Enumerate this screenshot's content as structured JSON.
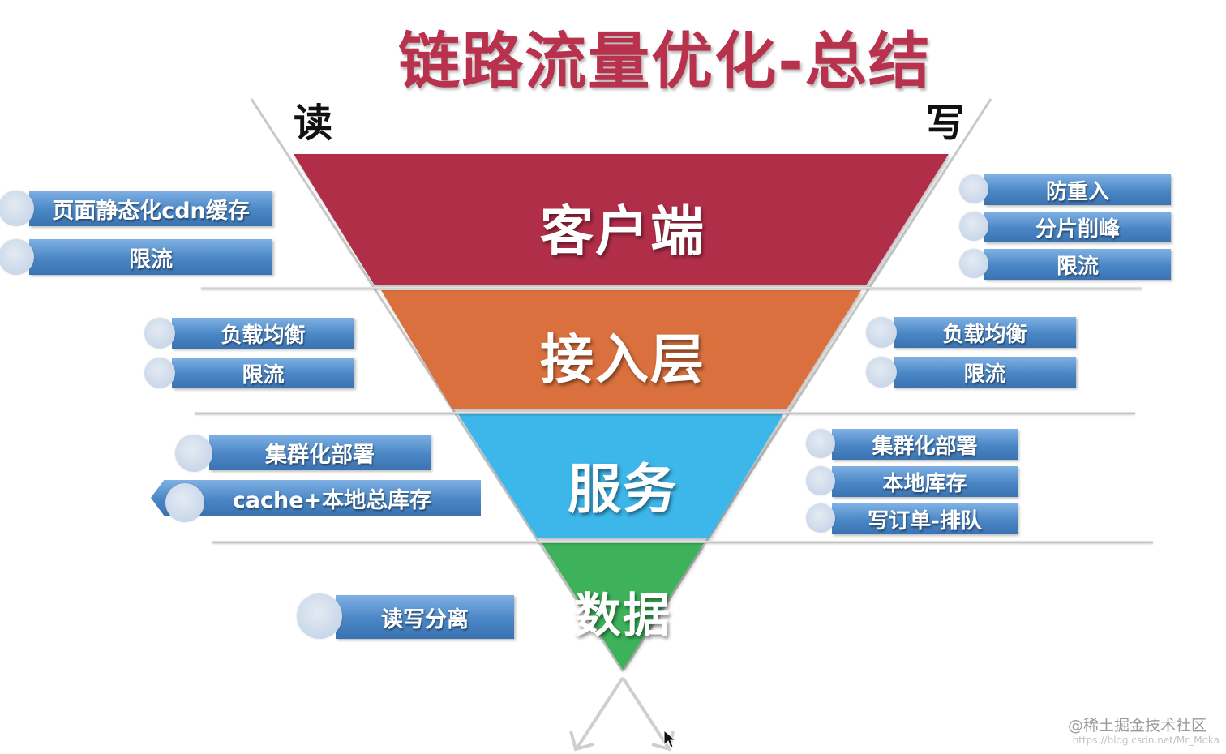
{
  "title": "链路流量优化-总结",
  "read_label": "读",
  "write_label": "写",
  "layers": {
    "client": "客户端",
    "access": "接入层",
    "service": "服务",
    "data": "数据"
  },
  "layer_colors": {
    "client": "#b12f4a",
    "access": "#d9703c",
    "service": "#3db6e9",
    "data": "#3db25a"
  },
  "read_tags": {
    "client": [
      "页面静态化cdn缓存",
      "限流"
    ],
    "access": [
      "负载均衡",
      "限流"
    ],
    "service": [
      "集群化部署",
      "cache+本地总库存"
    ],
    "data": [
      "读写分离"
    ]
  },
  "write_tags": {
    "client": [
      "防重入",
      "分片削峰",
      "限流"
    ],
    "access": [
      "负载均衡",
      "限流"
    ],
    "service": [
      "集群化部署",
      "本地库存",
      "写订单-排队"
    ]
  },
  "watermark": "@稀土掘金技术社区",
  "watermark_url": "https://blog.csdn.net/Mr_Moka"
}
